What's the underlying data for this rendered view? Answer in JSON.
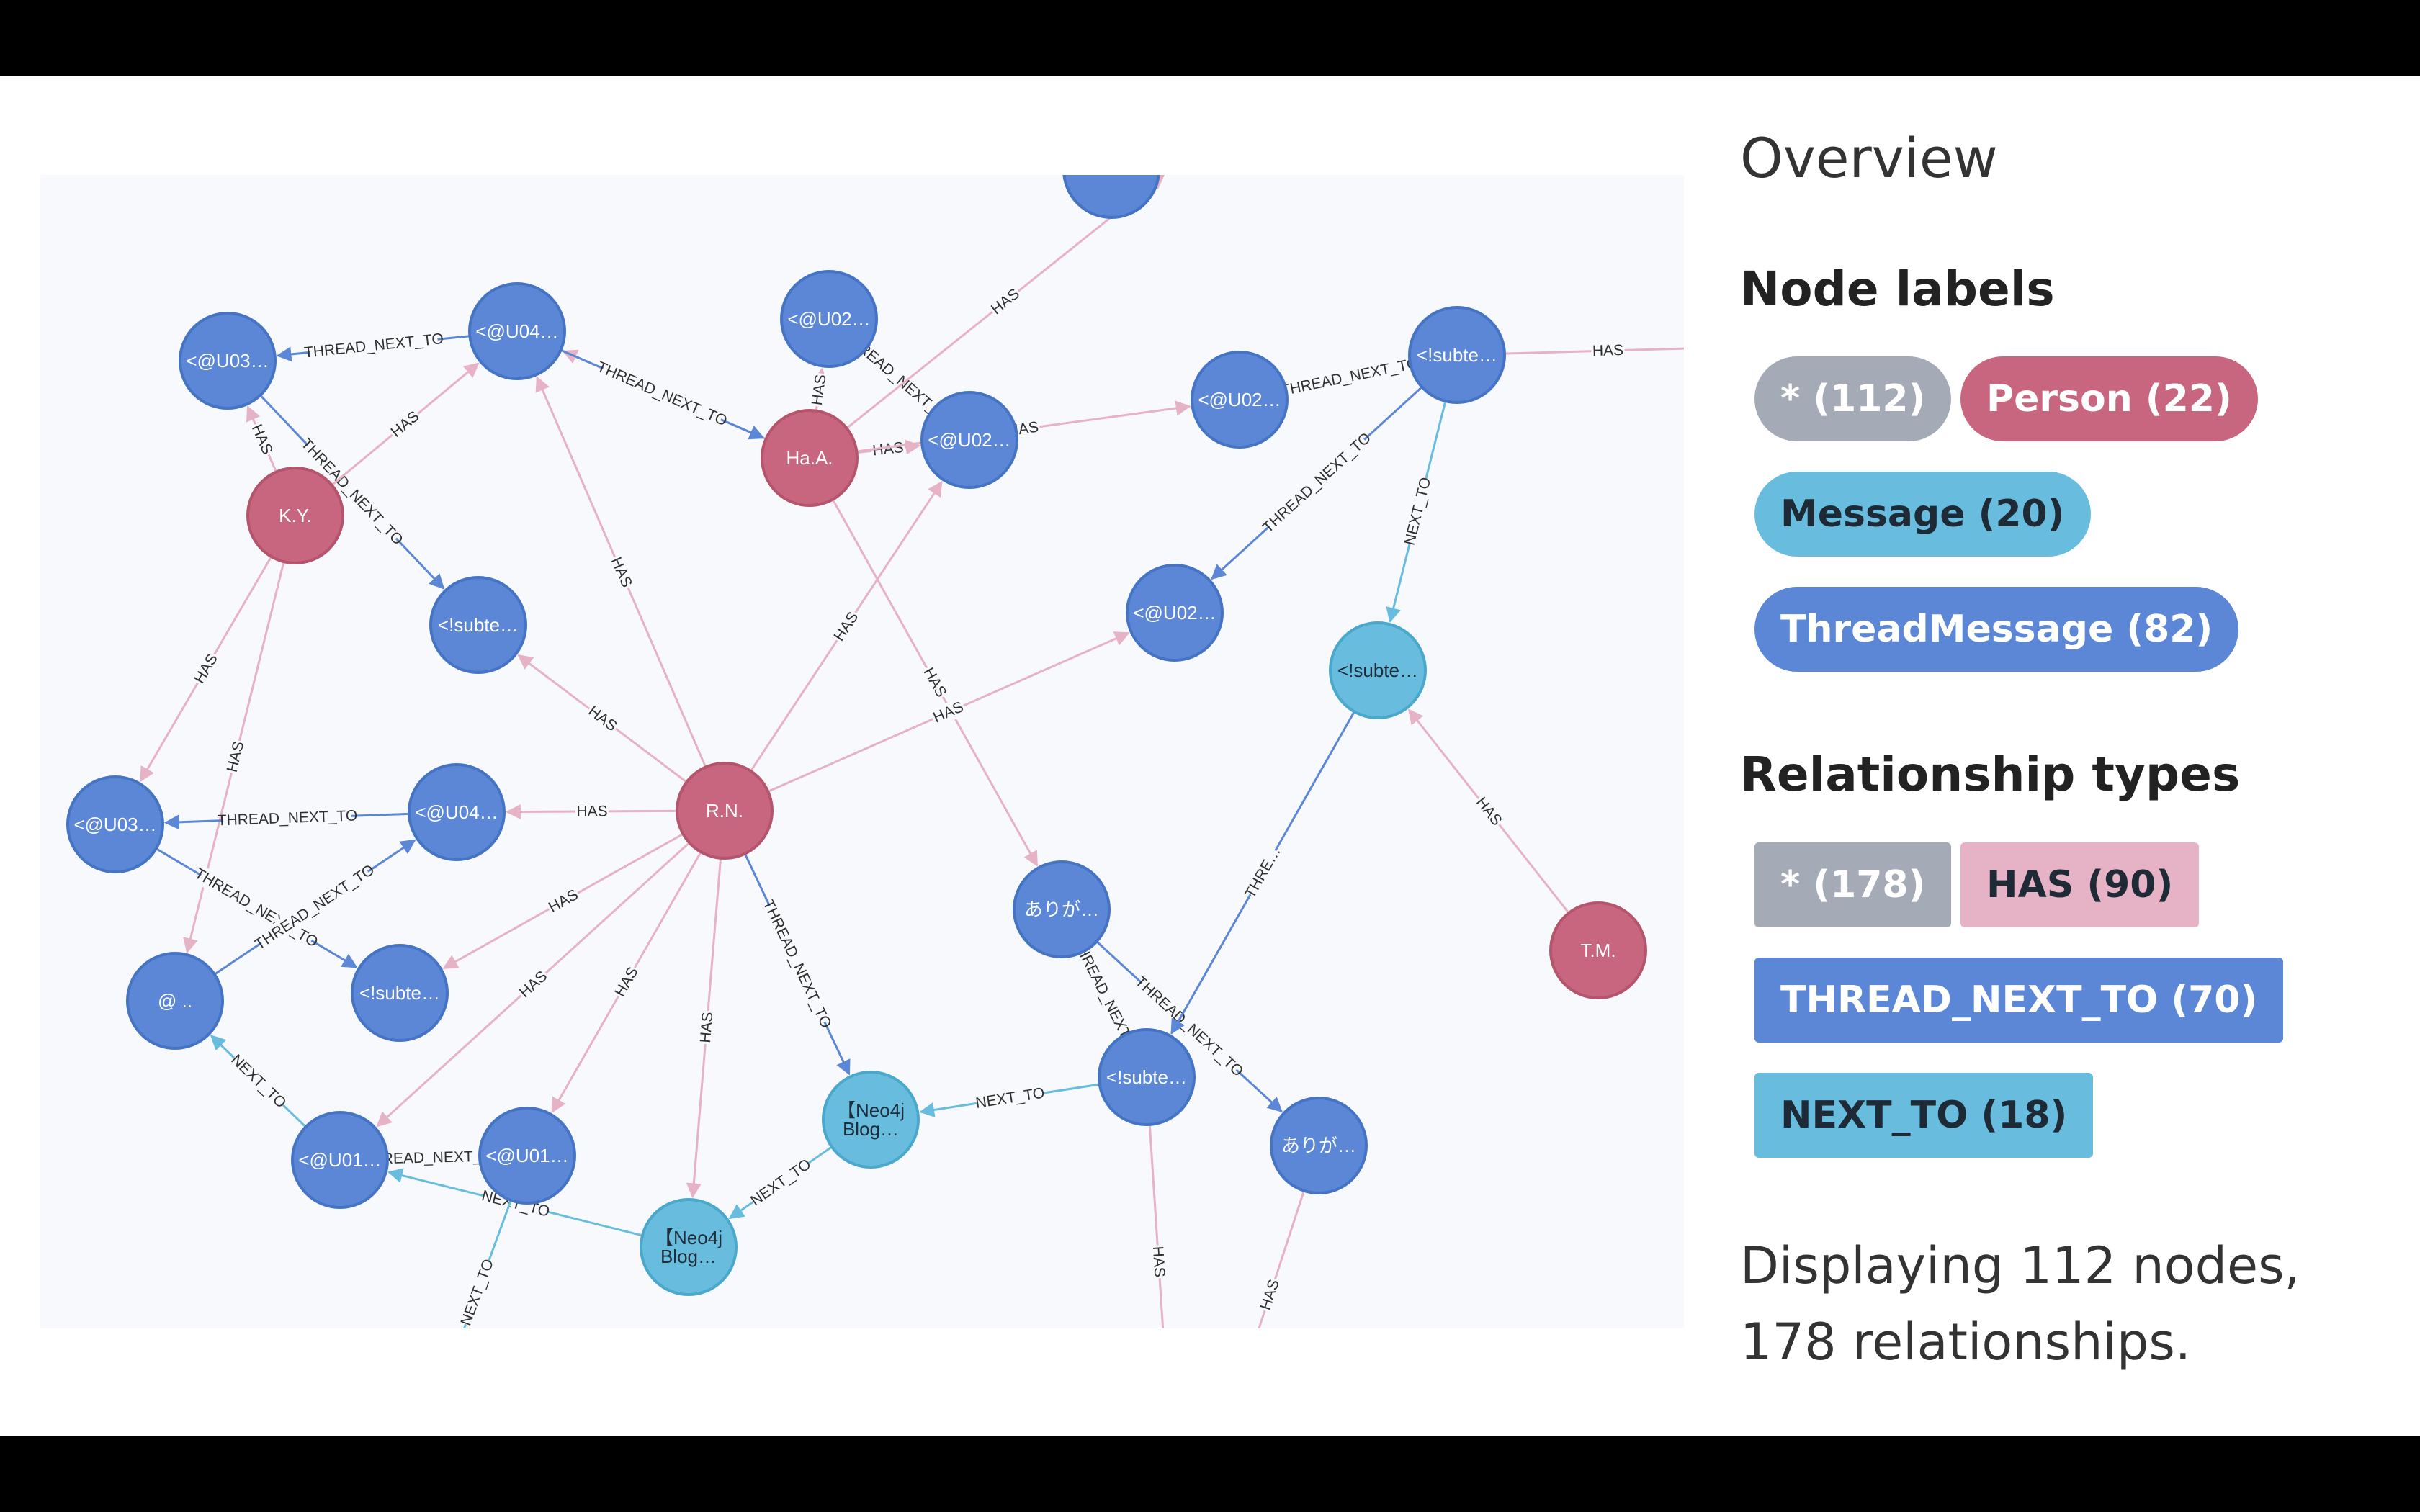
{
  "overview": {
    "title": "Overview",
    "node_labels_title": "Node labels",
    "node_labels": [
      {
        "label": "* (112)",
        "color": "#a5abb6",
        "text": "light"
      },
      {
        "label": "Person (22)",
        "color": "#c9667f",
        "text": "light"
      },
      {
        "label": "Message (20)",
        "color": "#68bdde",
        "text": "dark"
      },
      {
        "label": "ThreadMessage (82)",
        "color": "#5b87d6",
        "text": "light"
      }
    ],
    "relationship_types_title": "Relationship types",
    "relationship_types": [
      {
        "label": "* (178)",
        "color": "#a5abb6",
        "text": "light"
      },
      {
        "label": "HAS (90)",
        "color": "#e6b2c5",
        "text": "dark"
      },
      {
        "label": "THREAD_NEXT_TO (70)",
        "color": "#5b87d6",
        "text": "light"
      },
      {
        "label": "NEXT_TO (18)",
        "color": "#68bdde",
        "text": "dark"
      }
    ],
    "summary": "Displaying 112 nodes, 178 relationships."
  },
  "graph": {
    "colors": {
      "Person": "#c9667f",
      "Message": "#68bdde",
      "ThreadMessage": "#5b87d6",
      "HAS": "#e6b2c5",
      "THREAD_NEXT_TO": "#5b87d6",
      "NEXT_TO": "#68bdde"
    },
    "nodes": [
      {
        "id": "tm1",
        "type": "ThreadMessage",
        "caption": "<@U03…"
      },
      {
        "id": "tm2",
        "type": "ThreadMessage",
        "caption": "<@U04…"
      },
      {
        "id": "tm3",
        "type": "ThreadMessage",
        "caption": "<@U02…"
      },
      {
        "id": "tm4",
        "type": "ThreadMessage",
        "caption": "<@U02…"
      },
      {
        "id": "tm5",
        "type": "ThreadMessage",
        "caption": "<@U02…"
      },
      {
        "id": "tm6",
        "type": "ThreadMessage",
        "caption": "<!subte…"
      },
      {
        "id": "tm7",
        "type": "ThreadMessage",
        "caption": "<!subte…"
      },
      {
        "id": "tm8",
        "type": "ThreadMessage",
        "caption": "<@U02…"
      },
      {
        "id": "tm9",
        "type": "ThreadMessage",
        "caption": "<@U03…"
      },
      {
        "id": "tm10",
        "type": "ThreadMessage",
        "caption": "<@U04…"
      },
      {
        "id": "tm11",
        "type": "ThreadMessage",
        "caption": "@      .."
      },
      {
        "id": "tm12",
        "type": "ThreadMessage",
        "caption": "<!subte…"
      },
      {
        "id": "tm13",
        "type": "ThreadMessage",
        "caption": "ありが…"
      },
      {
        "id": "tm14",
        "type": "ThreadMessage",
        "caption": "<@U01…"
      },
      {
        "id": "tm15",
        "type": "ThreadMessage",
        "caption": "<@U01…"
      },
      {
        "id": "tm16",
        "type": "ThreadMessage",
        "caption": "<!subte…"
      },
      {
        "id": "tm17",
        "type": "ThreadMessage",
        "caption": "ありが…"
      },
      {
        "id": "tm18",
        "type": "ThreadMessage",
        "caption": ""
      },
      {
        "id": "p1",
        "type": "Person",
        "caption": "K.Y."
      },
      {
        "id": "p2",
        "type": "Person",
        "caption": "Ha.A."
      },
      {
        "id": "p3",
        "type": "Person",
        "caption": "R.N."
      },
      {
        "id": "p4",
        "type": "Person",
        "caption": "T.M."
      },
      {
        "id": "m1",
        "type": "Message",
        "caption": "<!subte…"
      },
      {
        "id": "m2",
        "type": "Message",
        "caption": "【Neo4j\nBlog…"
      },
      {
        "id": "m3",
        "type": "Message",
        "caption": "【Neo4j\nBlog…"
      }
    ],
    "edges": [
      {
        "id": "e1",
        "type": "THREAD_NEXT_TO",
        "label": "THREAD_NEXT_TO"
      },
      {
        "id": "e2",
        "type": "THREAD_NEXT_TO",
        "label": "THREAD_NEXT_TO"
      },
      {
        "id": "e3",
        "type": "HAS",
        "label": "HAS"
      },
      {
        "id": "e4",
        "type": "HAS",
        "label": "HAS"
      },
      {
        "id": "e5",
        "type": "HAS",
        "label": "HAS"
      },
      {
        "id": "e6",
        "type": "HAS",
        "label": "HAS"
      },
      {
        "id": "e7",
        "type": "HAS",
        "label": "HAS"
      },
      {
        "id": "e8",
        "type": "HAS",
        "label": "HAS"
      },
      {
        "id": "e9",
        "type": "THREAD_NEXT_TO",
        "label": "THREAD_NEXT_TO"
      },
      {
        "id": "e10",
        "type": "THREAD_NEXT_TO",
        "label": "THREAD_NEXT_TO"
      },
      {
        "id": "e11",
        "type": "THREAD_NEXT_TO",
        "label": "THREAD_NEXT_TO"
      },
      {
        "id": "e12",
        "type": "HAS",
        "label": "HAS"
      },
      {
        "id": "e13",
        "type": "HAS",
        "label": "HAS"
      },
      {
        "id": "e14",
        "type": "HAS",
        "label": "HAS"
      },
      {
        "id": "e15",
        "type": "HAS",
        "label": "HAS"
      },
      {
        "id": "e16",
        "type": "HAS",
        "label": "HAS"
      },
      {
        "id": "e17",
        "type": "HAS",
        "label": "HAS"
      },
      {
        "id": "e18",
        "type": "HAS",
        "label": "HAS"
      },
      {
        "id": "e19",
        "type": "HAS",
        "label": "HAS"
      },
      {
        "id": "e20",
        "type": "HAS",
        "label": "HAS"
      },
      {
        "id": "e21",
        "type": "HAS",
        "label": "HAS"
      },
      {
        "id": "e22",
        "type": "HAS",
        "label": "HAS"
      },
      {
        "id": "e23",
        "type": "HAS",
        "label": "HAS"
      },
      {
        "id": "e24",
        "type": "THREAD_NEXT_TO",
        "label": "THREAD_NEXT_TO"
      },
      {
        "id": "e25",
        "type": "THREAD_NEXT_TO",
        "label": "THREAD_NEXT_TO"
      },
      {
        "id": "e26",
        "type": "THREAD_NEXT_TO",
        "label": "THREAD_NEXT_TO"
      },
      {
        "id": "e27",
        "type": "THREAD_NEXT_TO",
        "label": "THREAD_NEXT_TO"
      },
      {
        "id": "e28",
        "type": "THREAD_NEXT_TO",
        "label": "THREAD_NEXT_TO"
      },
      {
        "id": "e29",
        "type": "THREAD_NEXT_TO",
        "label": "THREAD_NEXT_TO"
      },
      {
        "id": "e30",
        "type": "THREAD_NEXT_TO",
        "label": "THREAD_NEXT…"
      },
      {
        "id": "e31",
        "type": "THREAD_NEXT_TO",
        "label": "THREAD_NEXT_TO"
      },
      {
        "id": "e32",
        "type": "THREAD_NEXT_TO",
        "label": "THRE…"
      },
      {
        "id": "e33",
        "type": "NEXT_TO",
        "label": "NEXT_TO"
      },
      {
        "id": "e34",
        "type": "NEXT_TO",
        "label": "NEXT_TO"
      },
      {
        "id": "e35",
        "type": "NEXT_TO",
        "label": "NEXT_TO"
      },
      {
        "id": "e36",
        "type": "NEXT_TO",
        "label": "NEXT_TO"
      },
      {
        "id": "e37",
        "type": "NEXT_TO",
        "label": "NEXT_TO"
      },
      {
        "id": "e38",
        "type": "NEXT_TO",
        "label": "NEXT_TO"
      },
      {
        "id": "e39",
        "type": "HAS",
        "label": "HAS"
      },
      {
        "id": "e40",
        "type": "HAS",
        "label": "HAS"
      },
      {
        "id": "e41",
        "type": "HAS",
        "label": "HAS"
      },
      {
        "id": "e42",
        "type": "HAS",
        "label": "HAS"
      },
      {
        "id": "e43",
        "type": "HAS",
        "label": "HAS"
      }
    ]
  }
}
